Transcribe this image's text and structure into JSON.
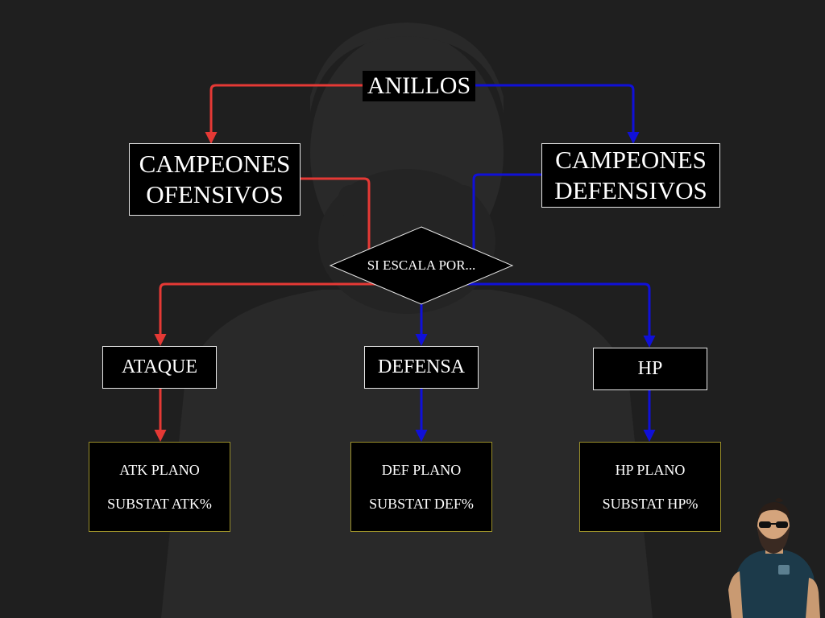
{
  "diagram": {
    "root": "ANILLOS",
    "branches": {
      "offensive": {
        "line1": "CAMPEONES",
        "line2": "OFENSIVOS"
      },
      "defensive": {
        "line1": "CAMPEONES",
        "line2": "DEFENSIVOS"
      }
    },
    "decision": "SI ESCALA POR...",
    "stats": {
      "attack": "ATAQUE",
      "defense": "DEFENSA",
      "hp": "HP"
    },
    "leaves": {
      "attack": {
        "line1": "ATK PLANO",
        "line2": "SUBSTAT ATK%"
      },
      "defense": {
        "line1": "DEF PLANO",
        "line2": "SUBSTAT DEF%"
      },
      "hp": {
        "line1": "HP PLANO",
        "line2": "SUBSTAT HP%"
      }
    }
  },
  "colors": {
    "background": "#1f1f1f",
    "offensive_arrow": "#e53935",
    "defensive_arrow": "#1010d8",
    "node_fill": "#000000",
    "leaf_border": "#9a8f2a"
  },
  "icons": {
    "avatar": "bearded-man-sunglasses-avatar"
  }
}
